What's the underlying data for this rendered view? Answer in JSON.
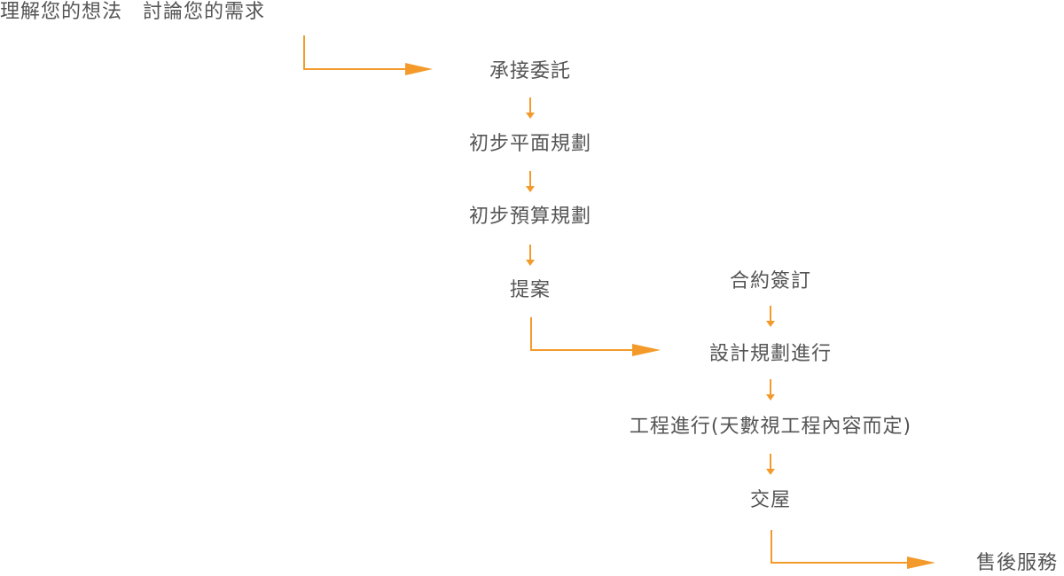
{
  "steps": {
    "understand": "理解您的想法　討論您的需求",
    "accept": "承接委託",
    "plan_layout": "初步平面規劃",
    "plan_budget": "初步預算規劃",
    "proposal": "提案",
    "contract": "合約簽訂",
    "design": "設計規劃進行",
    "construction": "工程進行(天數視工程內容而定)",
    "handover": "交屋",
    "after_sales": "售後服務"
  },
  "colors": {
    "arrow": "#f39a2b",
    "text": "#555555"
  }
}
